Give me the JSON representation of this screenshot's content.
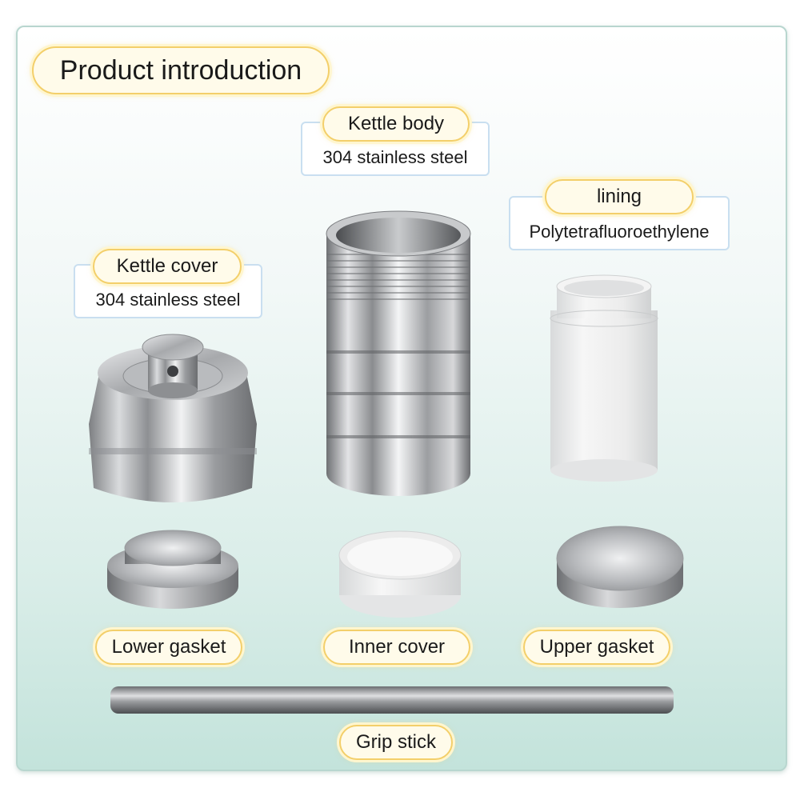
{
  "title": "Product introduction",
  "components": {
    "kettle_body": {
      "name": "Kettle body",
      "material": "304 stainless steel"
    },
    "lining": {
      "name": "lining",
      "material": "Polytetrafluoroethylene"
    },
    "kettle_cover": {
      "name": "Kettle cover",
      "material": "304 stainless steel"
    },
    "lower_gasket": {
      "name": "Lower gasket"
    },
    "inner_cover": {
      "name": "Inner cover"
    },
    "upper_gasket": {
      "name": "Upper gasket"
    },
    "grip_stick": {
      "name": "Grip stick"
    }
  },
  "colors": {
    "label_border": "#f3cf6a",
    "label_fill": "#fffbea",
    "material_border": "#c9dff0",
    "frame_border": "#b8d6cf"
  }
}
